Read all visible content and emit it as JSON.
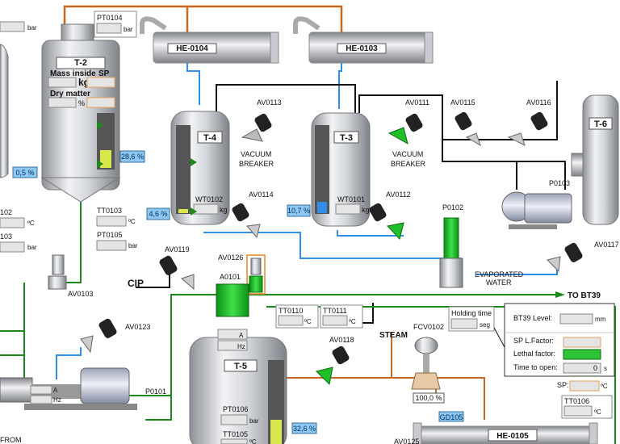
{
  "tanks": {
    "t2": {
      "label": "T-2",
      "mass_label": "Mass inside",
      "sp_label": "SP",
      "mass_unit": "kg",
      "dry_label": "Dry matter",
      "dry_unit": "%",
      "level_pct": "28,6 %",
      "left_pct": "0,5 %"
    },
    "t3": {
      "label": "T-3",
      "level_pct": "10,7 %",
      "weight_tag": "WT0101",
      "weight_unit": "kg"
    },
    "t4": {
      "label": "T-4",
      "level_pct": "4,6 %",
      "weight_tag": "WT0102",
      "weight_unit": "kg"
    },
    "t5": {
      "label": "T-5",
      "level_pct": "32,6 %",
      "pt_tag": "PT0106",
      "pt_unit": "bar",
      "tt_tag": "TT0105",
      "tt_unit": "ºC",
      "a_unit": "A",
      "hz_unit": "Hz"
    },
    "t6": {
      "label": "T-6"
    }
  },
  "heat_exchangers": {
    "he0104": "HE-0104",
    "he0103": "HE-0103",
    "he0105": "HE-0105"
  },
  "valves": {
    "av0113": "AV0113",
    "av0111": "AV0111",
    "av0115": "AV0115",
    "av0116": "AV0116",
    "av0114": "AV0114",
    "av0112": "AV0112",
    "av0117": "AV0117",
    "av0119": "AV0119",
    "av0126": "AV0126",
    "av0118": "AV0118",
    "av0123": "AV0123",
    "av0103": "AV0103",
    "fcv0102": "FCV0102",
    "fcv_pct": "100,0 %",
    "av0125": "AV0125"
  },
  "pumps": {
    "p0103": "P0103",
    "p0102": "P0102",
    "p0101": "P0101",
    "a0101": "A0101",
    "p0101_a": "A",
    "p0101_hz": "Hz"
  },
  "labels": {
    "vacuum_breaker": "VACUUM",
    "breaker": "BREAKER",
    "evaporated": "EVAPORATED",
    "water": "WATER",
    "cip": "CIP",
    "steam": "STEAM",
    "to_bt39": "TO BT39",
    "from": "FROM",
    "gd105": "GD105"
  },
  "instruments": {
    "pt0104": "PT0104",
    "bar": "bar",
    "degc": "ºC",
    "tt0103": "TT0103",
    "pt0105": "PT0105",
    "tt0110": "TT0110",
    "tt0111": "TT0111",
    "tt0106": "TT0106",
    "left_tt_102": "102",
    "left_pt_103": "103"
  },
  "holding": {
    "title": "Holding time",
    "unit": "seg"
  },
  "bt39_panel": {
    "level_label": "BT39 Level:",
    "level_unit": "mm",
    "sp_label": "SP L.Factor:",
    "lethal_label": "Lethal factor:",
    "time_label": "Time to open:",
    "time_value": "0",
    "time_unit": "s"
  },
  "sp_box": {
    "label": "SP:",
    "unit": "ºC"
  },
  "colors": {
    "water_pipe": "#2e8ee8",
    "steam_pipe": "#c8681e",
    "product_pipe": "#1a8a1a",
    "black_pipe": "#111111",
    "level_yellow": "#d8e84a",
    "valve_green": "#1fbf2a",
    "pct_box": "#8cc8ef"
  }
}
